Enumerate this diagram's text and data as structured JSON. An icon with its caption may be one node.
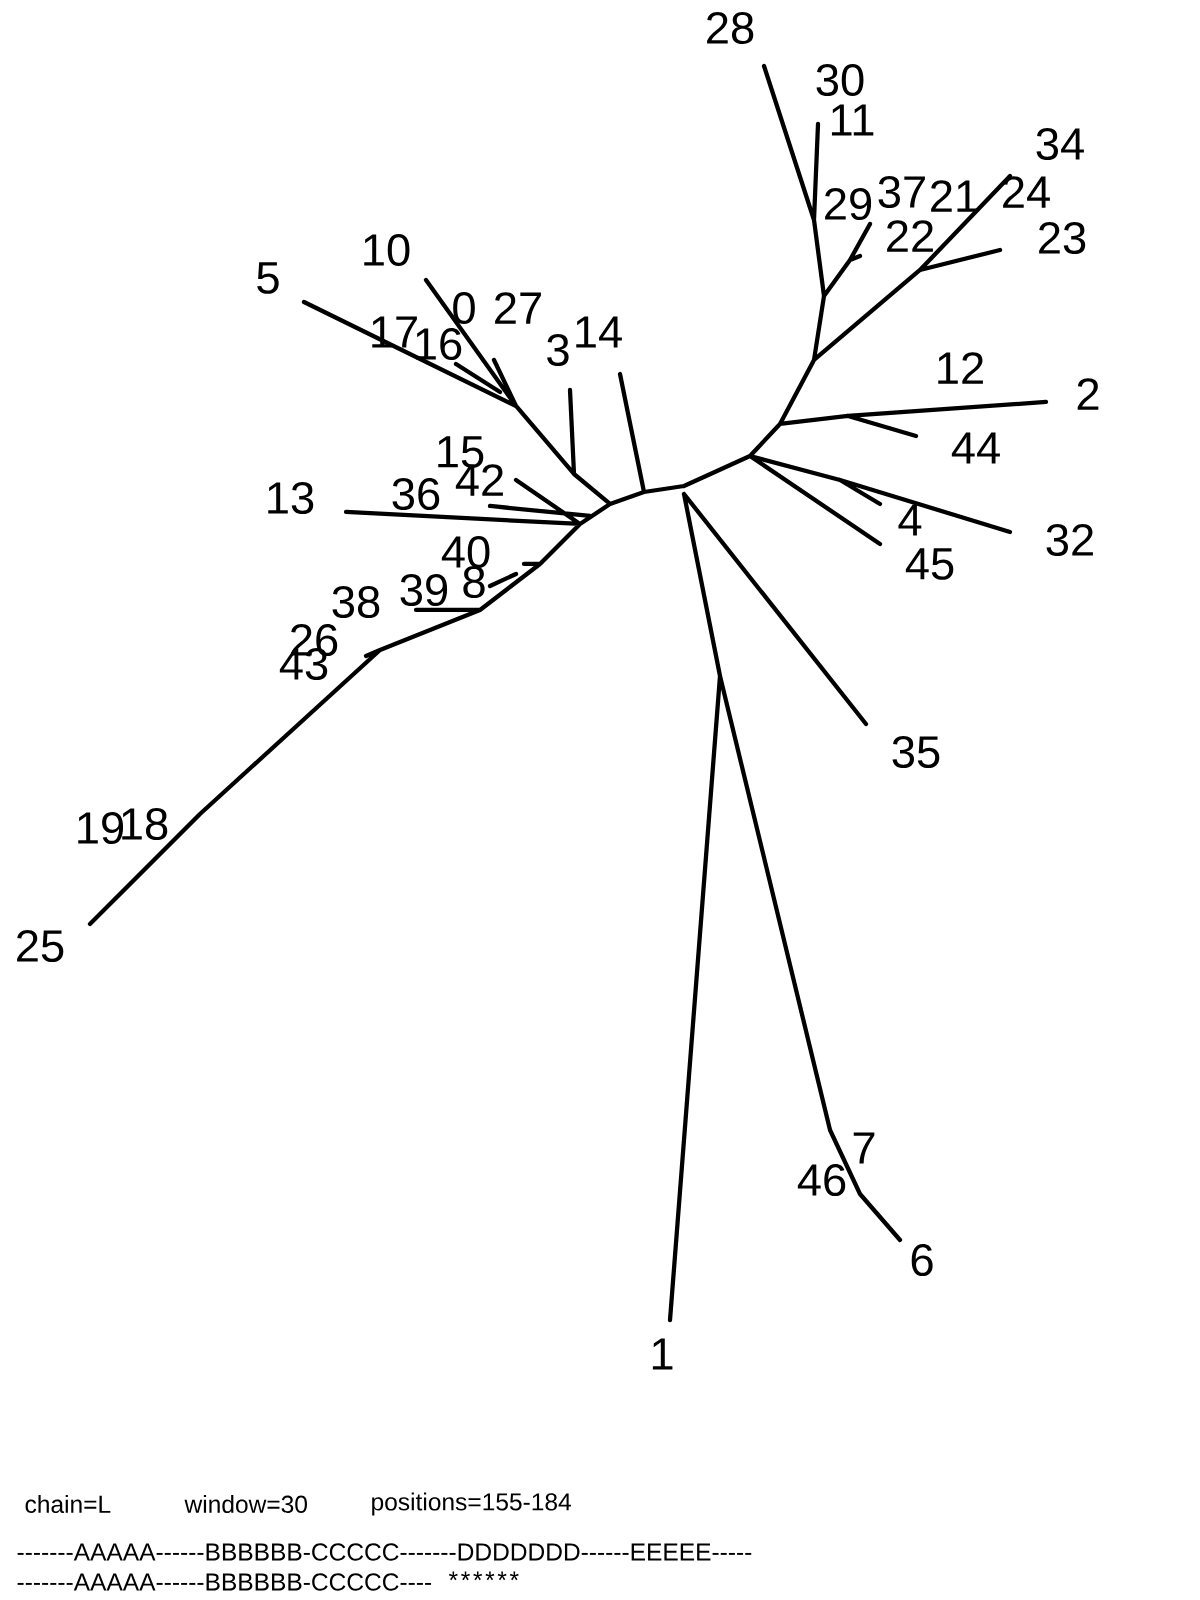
{
  "diagram": {
    "labels": [
      "28",
      "30",
      "11",
      "34",
      "29",
      "37",
      "21",
      "24",
      "10",
      "22",
      "23",
      "5",
      "0",
      "27",
      "17",
      "16",
      "3",
      "14",
      "12",
      "2",
      "15",
      "44",
      "13",
      "36",
      "42",
      "4",
      "40",
      "45",
      "32",
      "39",
      "8",
      "38",
      "26",
      "43",
      "35",
      "19",
      "18",
      "25",
      "7",
      "46",
      "6",
      "1",
      "chain=L",
      "window=30",
      "positions=155-184",
      "-------AAAAA------BBBBBB-CCCCC-------DDDDDDD------EEEEE-----",
      "-------AAAAA------BBBBBB-CCCCC----",
      "*",
      "*",
      "*",
      "*",
      "*",
      "*"
    ]
  }
}
